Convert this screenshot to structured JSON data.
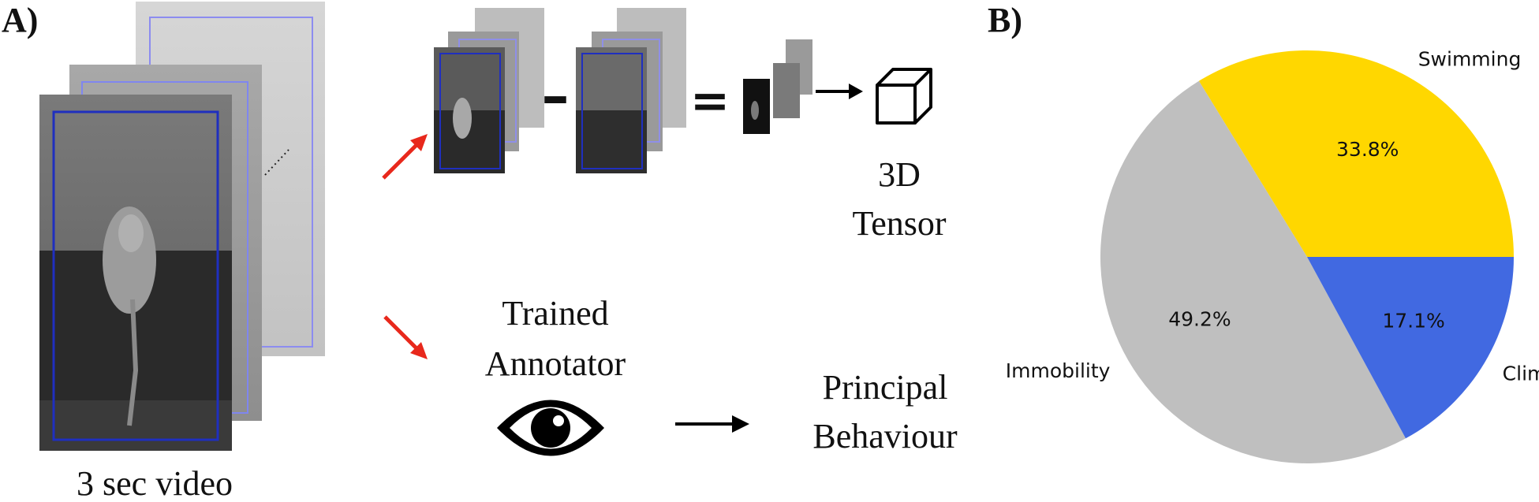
{
  "panel_a": {
    "label": "A)",
    "video_caption": "3 sec video",
    "tensor_label_line1": "3D",
    "tensor_label_line2": "Tensor",
    "minus_symbol": "–",
    "equals_symbol": "=",
    "annotator_line1": "Trained",
    "annotator_line2": "Annotator",
    "behaviour_line1": "Principal",
    "behaviour_line2": "Behaviour",
    "icons": [
      "video-frame-stack",
      "red-arrow",
      "black-arrow",
      "cube-icon",
      "eye-icon"
    ],
    "colors": {
      "frame_border": "#1f2fbf",
      "red_arrow": "#e8281c"
    }
  },
  "panel_b": {
    "label": "B)"
  },
  "chart_data": {
    "type": "pie",
    "title": "",
    "slices": [
      {
        "name": "Swimming",
        "value": 33.8,
        "pct_label": "33.8%",
        "color": "#ffd700"
      },
      {
        "name": "Immobility",
        "value": 49.2,
        "pct_label": "49.2%",
        "color": "#bfbfbf"
      },
      {
        "name": "Climbing",
        "value": 17.1,
        "pct_label": "17.1%",
        "color": "#4169e1"
      }
    ],
    "start_angle_deg": 0,
    "direction": "counterclockwise",
    "legend": "none"
  }
}
